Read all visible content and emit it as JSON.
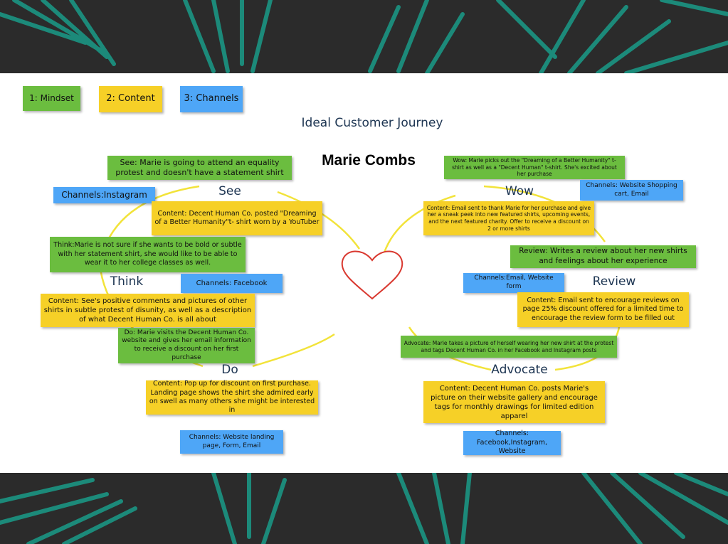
{
  "legend": {
    "mindset": "1: Mindset",
    "content": "2: Content",
    "channels": "3: Channels"
  },
  "title": "Ideal Customer Journey",
  "persona": "Marie Combs",
  "colors": {
    "mindset": "#6bbd3f",
    "content": "#f6d027",
    "channels": "#4ea6f7",
    "heart": "#d9382f",
    "connector": "#f2e33a",
    "banner": "#2b2b2b",
    "leaf": "#1c8a7a"
  },
  "stages": {
    "see": {
      "label": "See",
      "mindset": "See: Marie is going to attend an equality protest and doesn't have a statement shirt",
      "channels": "Channels:Instagram",
      "content": "Content: Decent Human Co. posted \"Dreaming of a Better Humanity\"t- shirt worn by a YouTuber"
    },
    "think": {
      "label": "Think",
      "mindset": "Think:Marie is not sure if she wants to be bold or subtle with her statement shirt, she would like to be able to wear it to her college classes as well.",
      "channels": "Channels: Facebook",
      "content": "Content: See's positive comments and pictures of other shirts in subtle protest of disunity, as well as a description of what Decent Human Co. is all about"
    },
    "do": {
      "label": "Do",
      "mindset": "Do: Marie visits the Decent Human Co. website and gives her email information to receive a discount on her first purchase",
      "content": "Content: Pop up for discount on first purchase. Landing page shows the shirt she admired early on swell as many others she might be interested in",
      "channels": "Channels: Website landing page, Form, Email"
    },
    "wow": {
      "label": "Wow",
      "mindset": "Wow: Marie picks out the \"Dreaming of a Better Humanity\" t-shirt as well as a \"Decent Human\" t-shirt. She's excited about her purchase",
      "channels": "Channels: Website Shopping cart, Email",
      "content": "Content: Email sent to thank Marie for her purchase and give her a sneak peek into new featured shirts, upcoming events, and the next featured charity. Offer to receive a discount on 2 or more shirts"
    },
    "review": {
      "label": "Review",
      "mindset": "Review: Writes a review about her new shirts and feelings about her experience",
      "channels": "Channels:Email, Website form",
      "content": "Content: Email sent to encourage reviews on page 25% discount offered for a limited time to encourage the review form to be filled out"
    },
    "advocate": {
      "label": "Advocate",
      "mindset": "Advocate: Marie takes a picture of herself wearing her new shirt at the protest and tags Decent Human Co. in her Facebook and Instagram posts",
      "content": "Content: Decent Human Co. posts Marie's picture on their website gallery and encourage tags for monthly drawings for limited edition apparel",
      "channels": "Channels: Facebook,Instagram, Website"
    }
  }
}
